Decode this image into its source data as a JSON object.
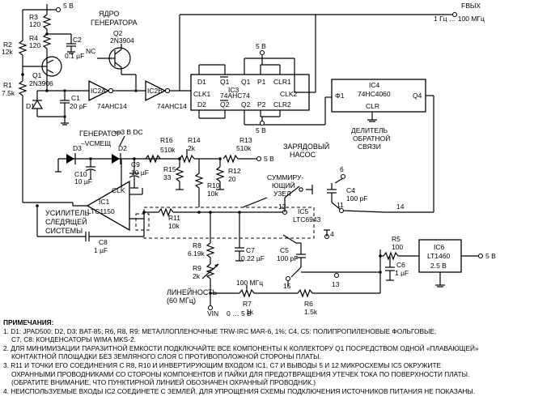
{
  "labels": {
    "supply_top": "5 В",
    "r3": "R3",
    "r3v": "120",
    "r4": "R4",
    "r4v": "120",
    "r2": "R2",
    "r2v": "12k",
    "r1": "R1",
    "r1v": "7.5k",
    "c2": "C2",
    "c2v": "0.1 µF",
    "nc": "NC",
    "q1": "Q1",
    "q1v": "2N3906",
    "q2": "Q2",
    "q2v": "2N3904",
    "core1": "ЯДРО",
    "core2": "ГЕНЕРАТОРА",
    "d1": "D1",
    "c1": "C1",
    "c1v": "20 pF",
    "ic2a": "IC2A",
    "ic2b": "IC2B",
    "ic2part": "74AHC14",
    "ic3": "IC3",
    "ic3part": "74AHC74",
    "ic3_d1": "D1",
    "ic3_q1n": "Q1",
    "ic3_q1": "Q1",
    "ic3_p1": "P1",
    "ic3_clr1": "CLR1",
    "ic3_clk1": "CLK1",
    "ic3_clk2": "CLK2",
    "ic3_d2": "D2",
    "ic3_q2n": "Q2",
    "ic3_q2": "Q2",
    "ic3_p2": "P2",
    "ic3_clr2": "CLR2",
    "v5_a": "5 В",
    "v5_b": "5 В",
    "fout": "FВЫХ",
    "frange": "1 Гц … 100 МГц",
    "ic4": "IC4",
    "ic4part": "74HC4060",
    "phi1": "Φ1",
    "q4": "Q4",
    "clr": "CLR",
    "divider1": "ДЕЛИТЕЛЬ",
    "divider2": "ОБРАТНОЙ",
    "divider3": "СВЯЗИ",
    "pump1": "ЗАРЯДОВЫЙ",
    "pump2": "НАСОС",
    "gen": "ГЕНЕРАТОР",
    "bias": "≈–3 В DC",
    "vsm": "–VСМЕЩ",
    "d3": "D3",
    "d2": "D2",
    "r16": "R16",
    "r16v": "510k",
    "r14": "R14",
    "r14v": "2k",
    "r13": "R13",
    "r13v": "510k",
    "v5_c": "5 В",
    "c10": "C10",
    "c10v": "10 µF",
    "c9": "C9",
    "c9v": "10 µF",
    "r15": "R15",
    "r15v": "33",
    "r12": "R12",
    "r12v": "20",
    "r10": "R10",
    "r10v": "10k",
    "clk": "CLK",
    "ic1": "IC1",
    "ic1part": "LTC1150",
    "sum1": "СУММИРУ-",
    "sum2": "ЮЩИЙ",
    "sum3": "УЗЕЛ",
    "amp1": "УСИЛИТЕЛЬ",
    "amp2": "СЛЕДЯЩЕЙ",
    "amp3": "СИСТЕМЫ",
    "r11": "R11",
    "r11v": "10k",
    "c8": "C8",
    "c8v": "1 µF",
    "ic5": "IC5",
    "ic5part": "LTC6943",
    "p6": "6",
    "p12": "12",
    "p11": "11",
    "p14": "14",
    "p4": "4",
    "p15": "15",
    "p13": "13",
    "c4": "C4",
    "c4v": "100 pF",
    "c5": "C5",
    "c5v": "100 pF",
    "r8": "R8",
    "r8v": "6.19k",
    "r9": "R9",
    "r9v": "2k",
    "c7": "C7",
    "c7v": "0.22 µF",
    "lin1": "ЛИНЕЙНОСТЬ",
    "lin2": "(60 МГц)",
    "mhz": "100 МГц",
    "r7": "R7",
    "r7v": "1k",
    "r6": "R6",
    "r6v": "1.5k",
    "vin": "VIN",
    "vinr": "0 … 5 В",
    "r5": "R5",
    "r5v": "100",
    "c6": "C6",
    "c6v": "1 µF",
    "ic6": "IC6",
    "ic6part": "LT1460",
    "ic6v": "2.5 В",
    "v5_d": "5 В"
  },
  "notes": {
    "title": "ПРИМЕЧАНИЯ:",
    "n1a": "1. D1: JPAD500; D2, D3: BAT-85; R6, R8, R9: МЕТАЛЛОПЛЕНОЧНЫЕ TRW-IRC MAR-6, 1%; C4, C5: ПОЛИПРОПИЛЕНОВЫЕ ФОЛЬГОВЫЕ;",
    "n1b": "C7, C8: КОНДЕНСАТОРЫ WIMA MKS-2.",
    "n2a": "2. ДЛЯ МИНИМИЗАЦИИ ПАРАЗИТНОЙ ЕМКОСТИ ПОДКЛЮЧАЙТЕ ВСЕ КОМПОНЕНТЫ К КОЛЛЕКТОРУ Q1 ПОСРЕДСТВОМ ОДНОЙ «ПЛАВАЮЩЕЙ»",
    "n2b": "КОНТАКТНОЙ ПЛОЩАДКИ БЕЗ ЗЕМЛЯНОГО СЛОЯ С ПРОТИВОПОЛОЖНОЙ СТОРОНЫ ПЛАТЫ.",
    "n3a": "3. R11 И ТОЧКИ ЕГО СОЕДИНЕНИЯ С R8, R10 И ИНВЕРТИРУЮЩИМ ВХОДОМ IC1, C7 И ВЫВОДЫ 5 И 12 МИКРОСХЕМЫ IC5 ОКРУЖИТЕ",
    "n3b": "ОХРАННЫМИ ПРОВОДНИКАМИ СО СТОРОНЫ КОМПОНЕНТОВ И ПАЙКИ ДЛЯ ПРЕДОТВРАЩЕНИЯ УТЕЧЕК ТОКА ПО ПОВЕРХНОСТИ ПЛАТЫ.",
    "n3c": "(ОБРАТИТЕ ВНИМАНИЕ, ЧТО ПУНКТИРНОЙ ЛИНИЕЙ ОБОЗНАЧЕН ОХРАННЫЙ ПРОВОДНИК.)",
    "n4": "4. НЕИСПОЛЬЗУЕМЫЕ ВХОДЫ IC2 СОЕДИНЕТЕ С ЗЕМЛЕЙ. ДЛЯ УПРОЩЕНИЯ СХЕМЫ ПОДКЛЮЧЕНИЯ ИСТОЧНИКОВ ПИТАНИЯ НЕ ПОКАЗАНЫ."
  }
}
